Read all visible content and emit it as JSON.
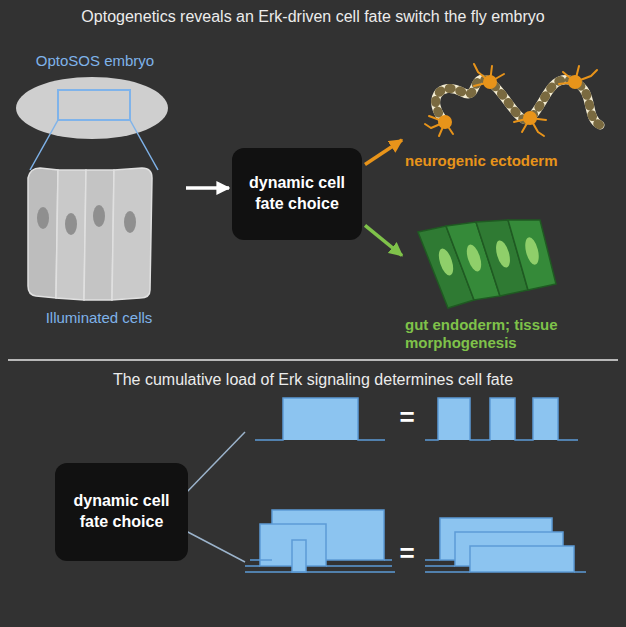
{
  "diagram": {
    "title": "Optogenetics reveals an Erk-driven cell fate switch the fly embryo",
    "nodes": [
      {
        "text": [
          "OptoSOS embryo"
        ]
      },
      {
        "text": [
          "Illuminated cells"
        ]
      },
      {
        "text": [
          "dynamic cell fate choice"
        ]
      },
      {
        "text": [
          "neurogenic ectoderm"
        ]
      },
      {
        "text": [
          "gut endoderm; tissue morphogenesis"
        ]
      },
      {
        "text": [
          "dynamic cell fate choice"
        ]
      }
    ],
    "edges": [
      {
        "from": 1,
        "to": 2,
        "arrow": "to"
      },
      {
        "from": 2,
        "to": 3,
        "arrow": "to"
      },
      {
        "from": 2,
        "to": 4,
        "arrow": "to"
      }
    ],
    "labels": [
      "The cumulative load of Erk signaling determines cell fate",
      "=",
      "="
    ]
  }
}
